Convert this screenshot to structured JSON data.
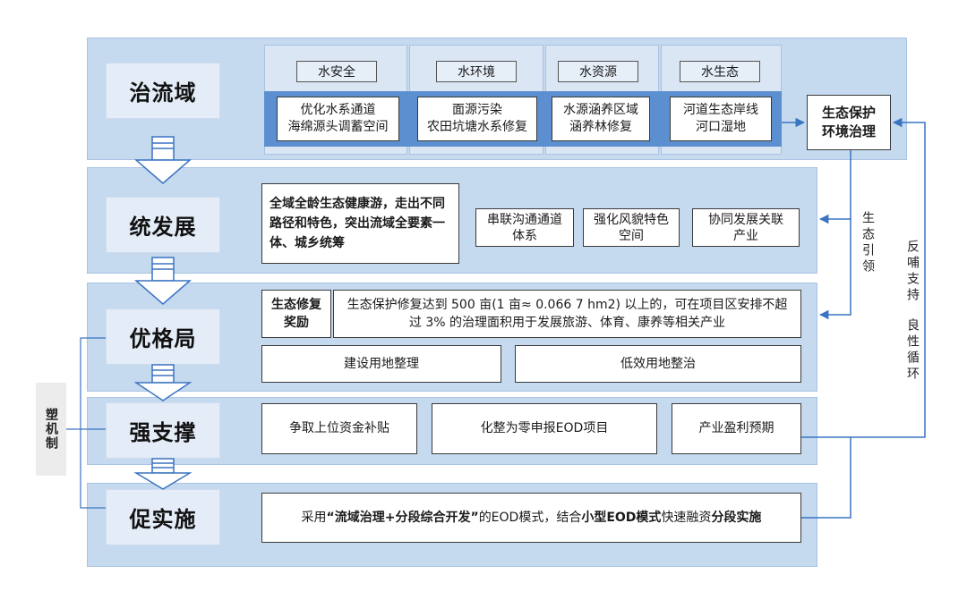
{
  "stages": {
    "s1": "治流域",
    "s2": "统发展",
    "s3": "优格局",
    "s4": "强支撑",
    "s5": "促实施"
  },
  "row1": {
    "categories": [
      {
        "title": "水安全",
        "detail": "优化水系通道\n海绵源头调蓄空间"
      },
      {
        "title": "水环境",
        "detail": "面源污染\n农田坑塘水系修复"
      },
      {
        "title": "水资源",
        "detail": "水源涵养区域\n涵养林修复"
      },
      {
        "title": "水生态",
        "detail": "河道生态岸线\n河口湿地"
      }
    ],
    "eco_box": "生态保护\n环境治理"
  },
  "row2": {
    "main_text": "全域全龄生态健康游，走出不同路径和特色，突出流域全要素一体、城乡统筹",
    "items": [
      "串联沟通通道\n体系",
      "强化风貌特色\n空间",
      "协同发展关联\n产业"
    ]
  },
  "row3": {
    "reward_label": "生态修复\n奖励",
    "reward_text": "生态保护修复达到 500 亩(1 亩≈ 0.066 7 hm2) 以上的，可在项目区安排不超过 3% 的治理面积用于发展旅游、体育、康养等相关产业",
    "items": [
      "建设用地整理",
      "低效用地整治"
    ]
  },
  "row4": {
    "items": [
      "争取上位资金补贴",
      "化整为零申报EOD项目",
      "产业盈利预期"
    ]
  },
  "row5": {
    "text_parts": [
      "采用",
      "“流域治理+分段综合开发”",
      "的EOD模式，结合",
      "小型EOD模式",
      "快速融资",
      "分段实施"
    ]
  },
  "side": {
    "left_label": "塑机制",
    "guide_label": "生态引领",
    "feedback_label_1": "反哺支持",
    "feedback_label_2": "良性循环"
  }
}
